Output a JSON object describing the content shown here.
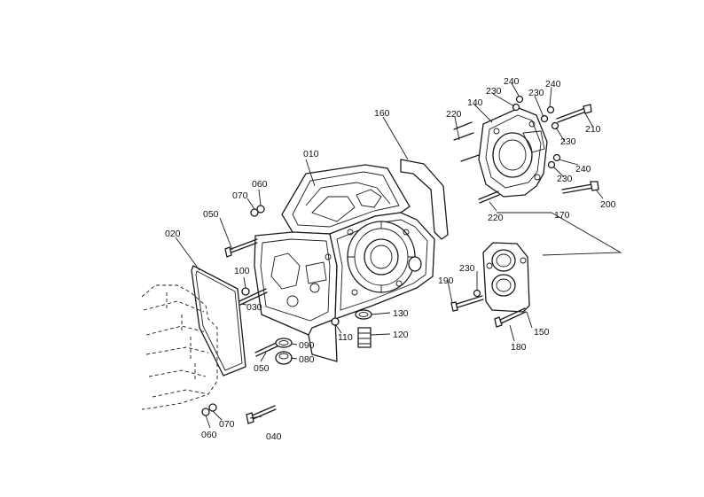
{
  "callouts": [
    {
      "id": "010",
      "text": "010"
    },
    {
      "id": "020",
      "text": "020"
    },
    {
      "id": "030",
      "text": "030"
    },
    {
      "id": "040",
      "text": "040"
    },
    {
      "id": "050a",
      "text": "050"
    },
    {
      "id": "050b",
      "text": "050"
    },
    {
      "id": "060a",
      "text": "060"
    },
    {
      "id": "060b",
      "text": "060"
    },
    {
      "id": "070a",
      "text": "070"
    },
    {
      "id": "070b",
      "text": "070"
    },
    {
      "id": "080",
      "text": "080"
    },
    {
      "id": "090",
      "text": "090"
    },
    {
      "id": "100",
      "text": "100"
    },
    {
      "id": "110",
      "text": "110"
    },
    {
      "id": "120",
      "text": "120"
    },
    {
      "id": "130",
      "text": "130"
    },
    {
      "id": "140",
      "text": "140"
    },
    {
      "id": "150",
      "text": "150"
    },
    {
      "id": "160",
      "text": "160"
    },
    {
      "id": "170",
      "text": "170"
    },
    {
      "id": "180",
      "text": "180"
    },
    {
      "id": "190",
      "text": "190"
    },
    {
      "id": "200",
      "text": "200"
    },
    {
      "id": "210",
      "text": "210"
    },
    {
      "id": "220a",
      "text": "220"
    },
    {
      "id": "220b",
      "text": "220"
    },
    {
      "id": "230a",
      "text": "230"
    },
    {
      "id": "230b",
      "text": "230"
    },
    {
      "id": "230c",
      "text": "230"
    },
    {
      "id": "230d",
      "text": "230"
    },
    {
      "id": "230e",
      "text": "230"
    },
    {
      "id": "240a",
      "text": "240"
    },
    {
      "id": "240b",
      "text": "240"
    },
    {
      "id": "240c",
      "text": "240"
    }
  ]
}
